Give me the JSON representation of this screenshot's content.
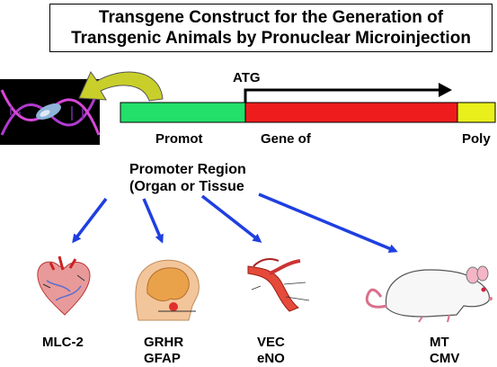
{
  "title": {
    "line1": "Transgene Construct for the Generation of",
    "line2": "Transgenic Animals by Pronuclear Microinjection"
  },
  "construct": {
    "start_codon": "ATG",
    "segments": [
      {
        "label": "Promot",
        "color": "#22e06a"
      },
      {
        "label": "Gene of",
        "color": "#ee1c1c"
      },
      {
        "label": "Poly",
        "color": "#e9ef1a"
      }
    ]
  },
  "promoter_region": {
    "line1": "Promoter Region",
    "line2": "(Organ or Tissue"
  },
  "targets": [
    {
      "icon": "heart-icon",
      "line1": "MLC-2",
      "line2": ""
    },
    {
      "icon": "brain-head-icon",
      "line1": "GRHR",
      "line2": "GFAP"
    },
    {
      "icon": "blood-vessel-icon",
      "line1": "VEC",
      "line2": "eNO"
    },
    {
      "icon": "mouse-icon",
      "line1": "MT",
      "line2": "CMV"
    }
  ],
  "colors": {
    "arrow_blue": "#1f3fe0",
    "curved_arrow": "#c9cf2a",
    "dna_background": "#000000"
  }
}
